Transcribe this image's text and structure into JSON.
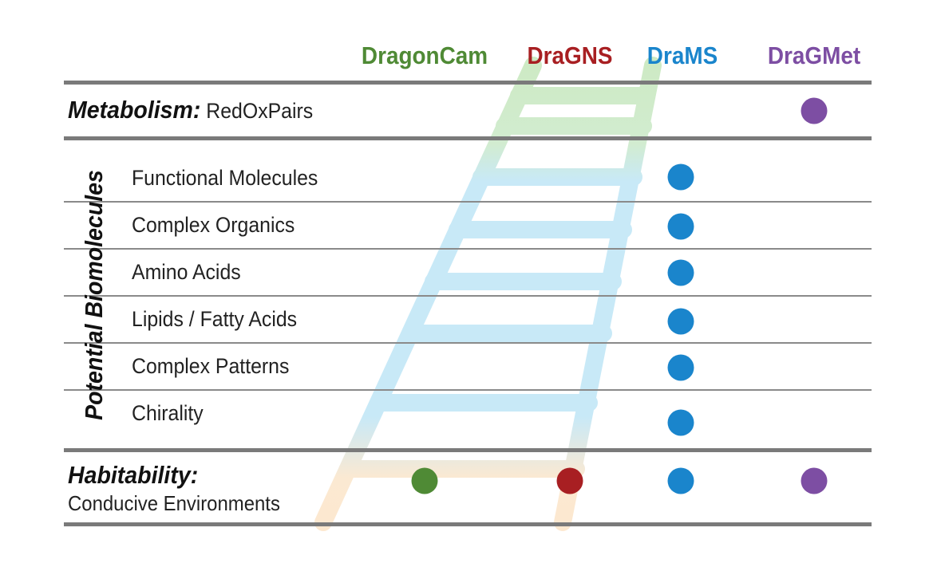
{
  "columns": [
    {
      "name": "DragonCam",
      "color": "#4f8a35"
    },
    {
      "name": "DraGNS",
      "color": "#a81f22"
    },
    {
      "name": "DraMS",
      "color": "#1a85cc"
    },
    {
      "name": "DraGMet",
      "color": "#7d4ea3"
    }
  ],
  "metabolism": {
    "title": "Metabolism:",
    "item": "RedOxPairs",
    "marks": [
      "DraGMet"
    ]
  },
  "biomolecules": {
    "title": "Potential Biomolecules",
    "rows": [
      {
        "label": "Functional Molecules",
        "marks": [
          "DraMS"
        ]
      },
      {
        "label": "Complex Organics",
        "marks": [
          "DraMS"
        ]
      },
      {
        "label": "Amino Acids",
        "marks": [
          "DraMS"
        ]
      },
      {
        "label": "Lipids / Fatty Acids",
        "marks": [
          "DraMS"
        ]
      },
      {
        "label": "Complex Patterns",
        "marks": [
          "DraMS"
        ]
      },
      {
        "label": "Chirality",
        "marks": [
          "DraMS"
        ]
      }
    ]
  },
  "habitability": {
    "title": "Habitability:",
    "item": "Conducive Environments",
    "marks": [
      "DragonCam",
      "DraGNS",
      "DraMS",
      "DraGMet"
    ]
  }
}
